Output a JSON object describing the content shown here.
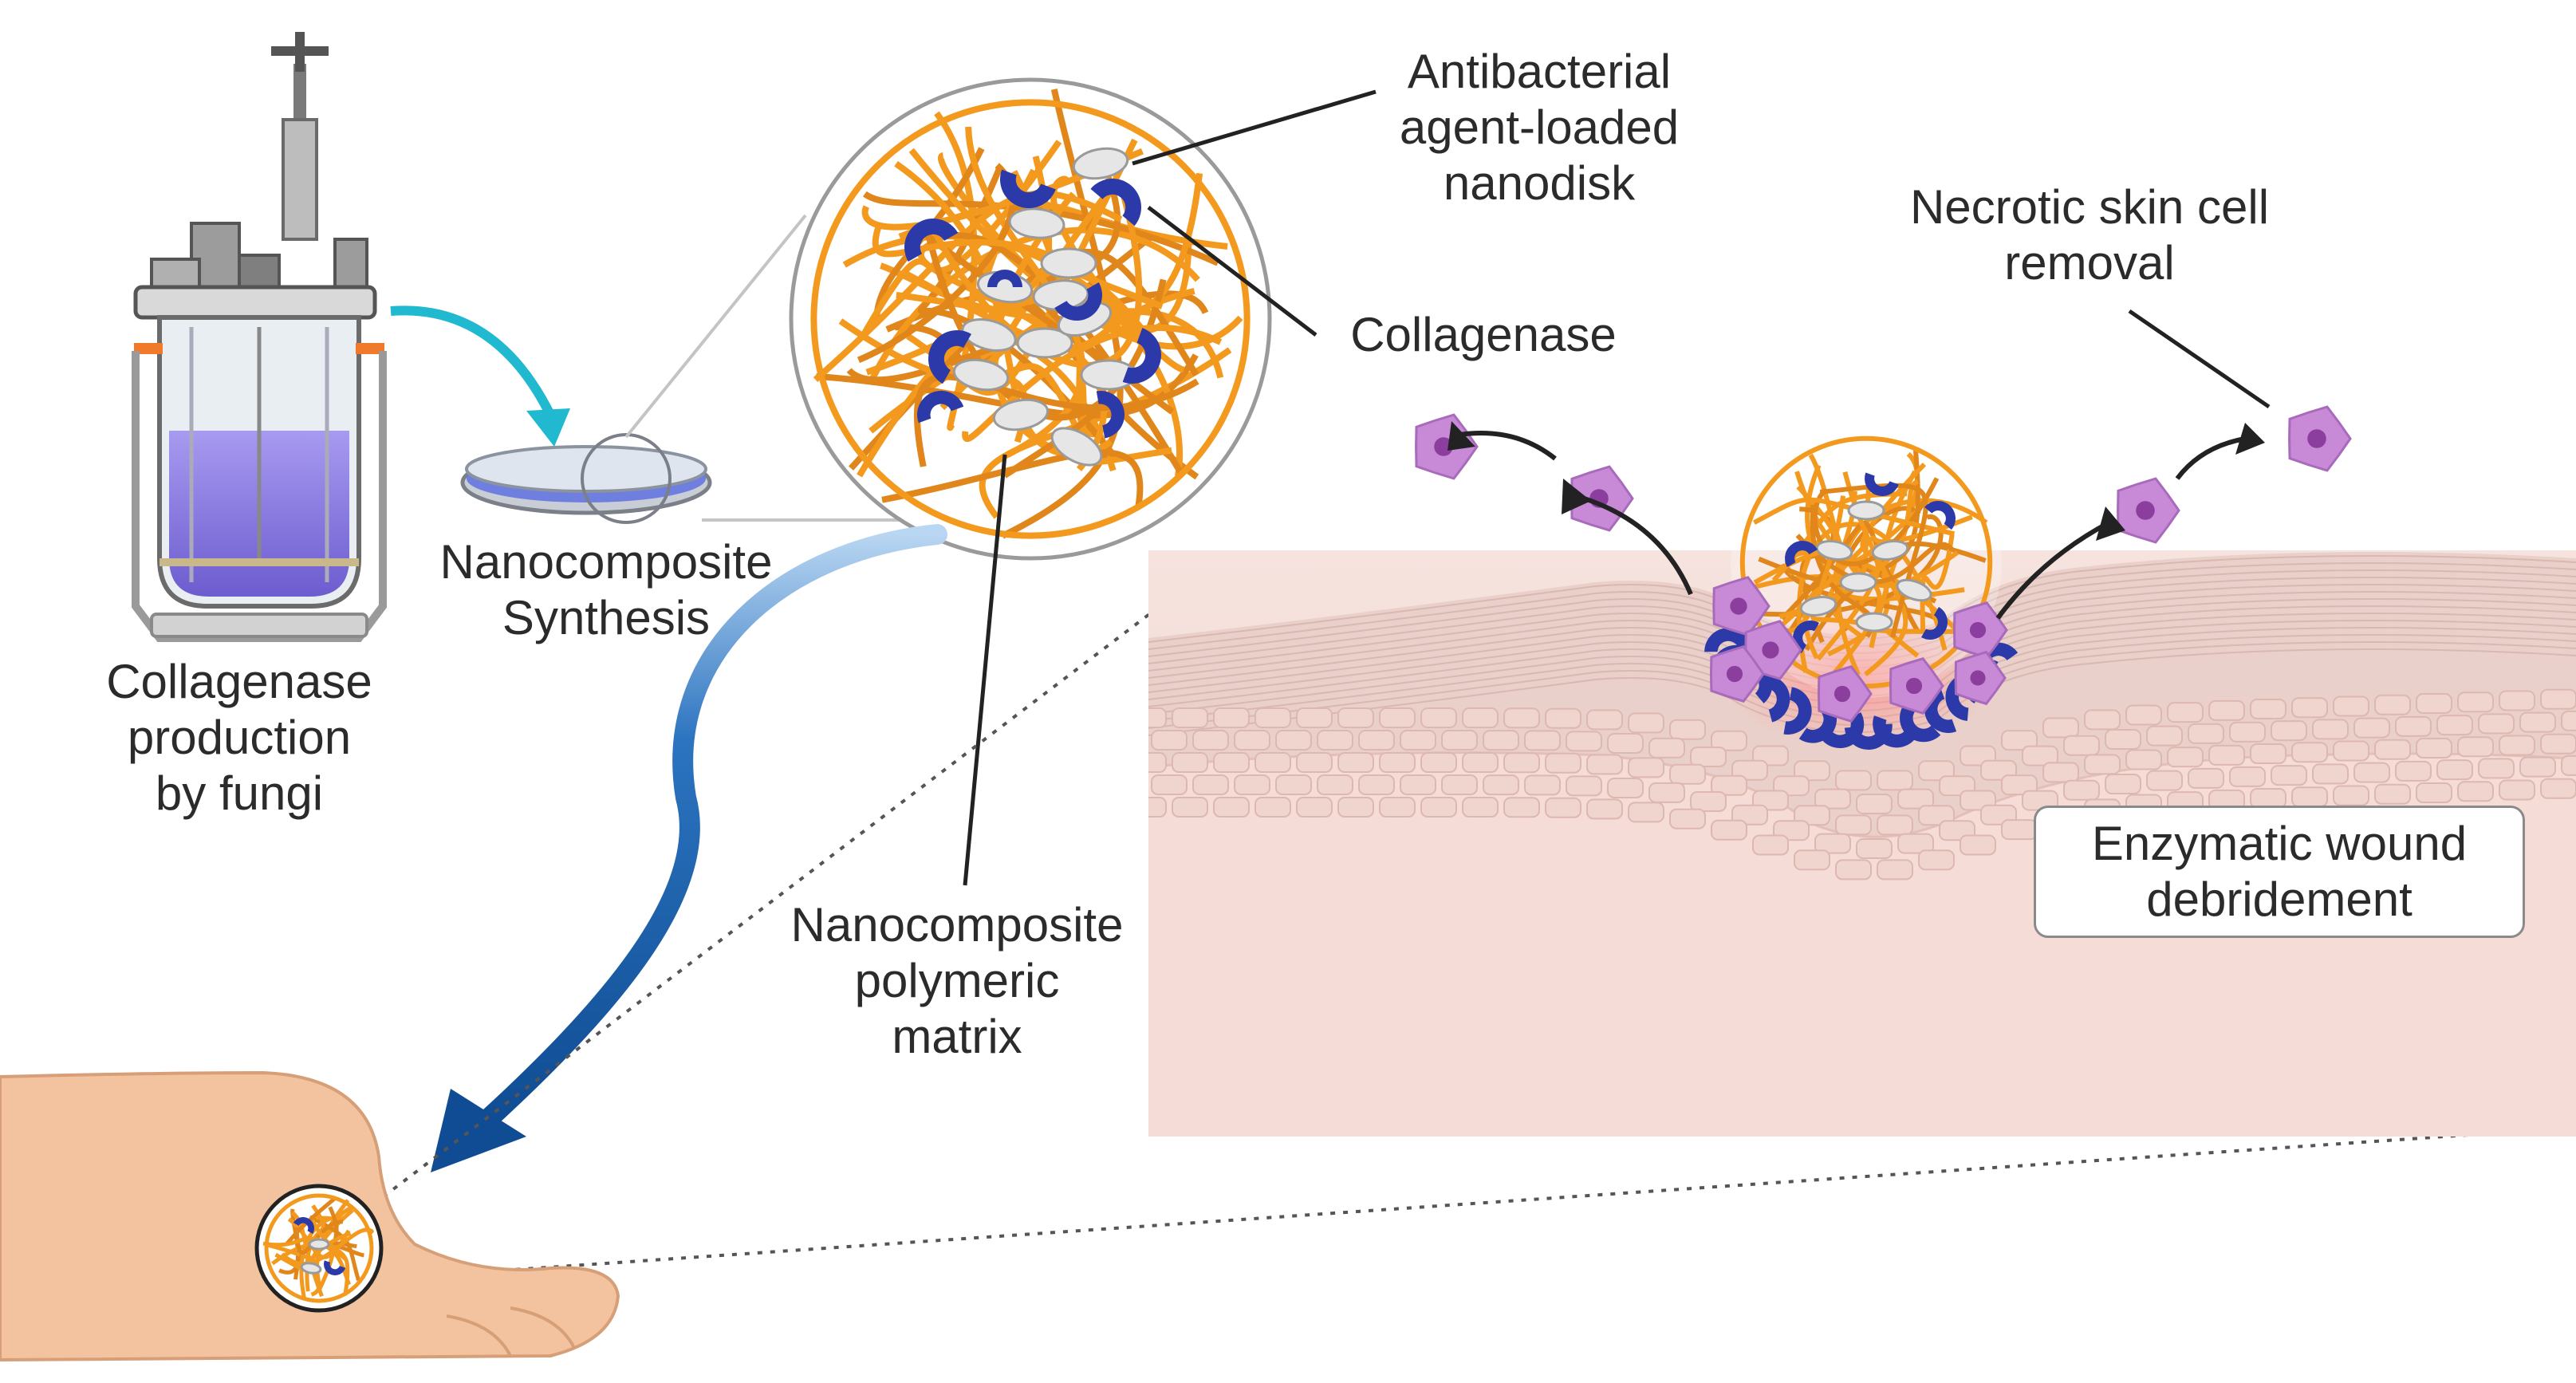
{
  "labels": {
    "collagenase_production": [
      "Collagenase",
      "production",
      "by fungi"
    ],
    "nanocomposite_synthesis": [
      "Nanocomposite",
      "Synthesis"
    ],
    "antibacterial_nanodisk": [
      "Antibacterial",
      "agent-loaded",
      "nanodisk"
    ],
    "collagenase": "Collagenase",
    "necrotic_removal": [
      "Necrotic skin cell",
      "removal"
    ],
    "polymeric_matrix": [
      "Nanocomposite",
      "polymeric",
      "matrix"
    ],
    "wound_debridement": [
      "Enzymatic wound",
      "debridement"
    ]
  },
  "colors": {
    "fiber_orange": "#f39a1e",
    "collagenase_blue": "#2b3aa8",
    "necrotic_purple": "#c889d6",
    "skin_pink": "#f3d9d3",
    "arrow_blue": "#1a5fa8",
    "arrow_cyan": "#21b9cf",
    "bioreactor_liquid": "#8e7fe0"
  }
}
